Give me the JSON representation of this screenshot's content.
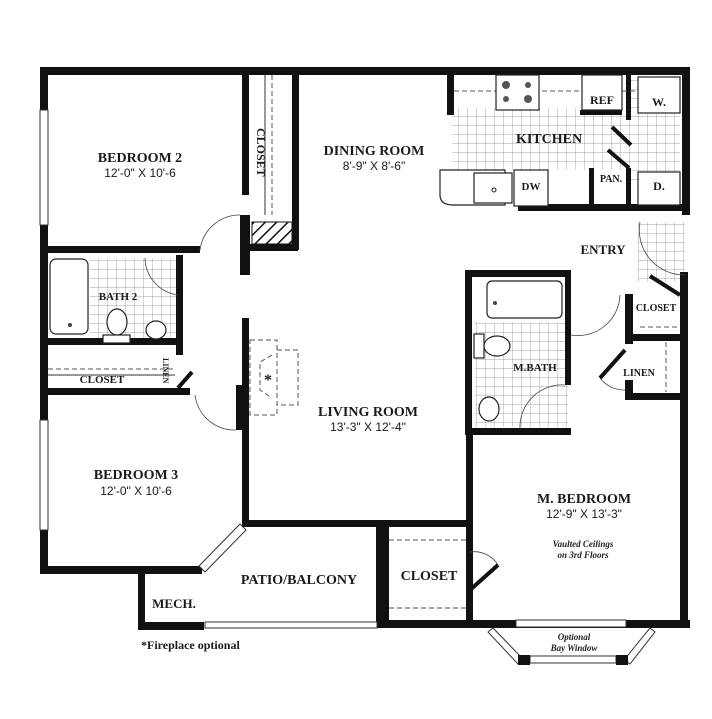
{
  "plan": {
    "rooms": {
      "bedroom2": {
        "name": "BEDROOM 2",
        "dims": "12'-0\" X 10'-6"
      },
      "closet_b2": {
        "name": "CLOSET"
      },
      "dining": {
        "name": "DINING ROOM",
        "dims": "8'-9\" X 8'-6\""
      },
      "kitchen": {
        "name": "KITCHEN"
      },
      "ref": {
        "name": "REF"
      },
      "washer": {
        "name": "W."
      },
      "dryer": {
        "name": "D."
      },
      "pantry": {
        "name": "PAN."
      },
      "dishwasher": {
        "name": "DW"
      },
      "entry": {
        "name": "ENTRY"
      },
      "bath2": {
        "name": "BATH 2"
      },
      "closet_hall": {
        "name": "CLOSET"
      },
      "linen_hall": {
        "name": "LINEN"
      },
      "living": {
        "name": "LIVING ROOM",
        "dims": "13'-3\" X 12'-4\""
      },
      "fireplace": {
        "name": "*"
      },
      "mbath": {
        "name": "M.BATH"
      },
      "closet_entry": {
        "name": "CLOSET"
      },
      "linen_mb": {
        "name": "LINEN"
      },
      "bedroom3": {
        "name": "BEDROOM 3",
        "dims": "12'-0\" X 10'-6"
      },
      "mbedroom": {
        "name": "M. BEDROOM",
        "dims": "12'-9\" X 13'-3\"",
        "note_line1": "Vaulted Ceilings",
        "note_line2": "on 3rd Floors"
      },
      "patio": {
        "name": "PATIO/BALCONY"
      },
      "closet_mb": {
        "name": "CLOSET"
      },
      "mech": {
        "name": "MECH."
      },
      "bay_window": {
        "line1": "Optional",
        "line2": "Bay Window"
      }
    },
    "footnote": "*Fireplace optional"
  }
}
